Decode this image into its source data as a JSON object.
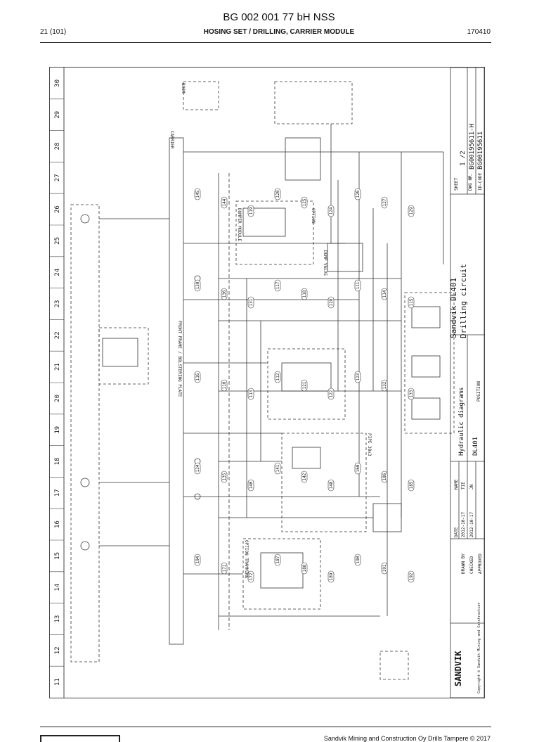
{
  "header": {
    "doc_code": "BG 002 001 77 bH NSS",
    "page": "21 (101)",
    "section": "HOSING SET / DRILLING, CARRIER MODULE",
    "date_code": "170410"
  },
  "drawing": {
    "columns": [
      "30",
      "29",
      "28",
      "27",
      "26",
      "25",
      "24",
      "23",
      "22",
      "21",
      "20",
      "19",
      "18",
      "17",
      "16",
      "15",
      "14",
      "13",
      "12",
      "11"
    ],
    "title_block": {
      "product": "Sandvik DL401",
      "circuit": "Drilling circuit",
      "subtitle": "Hydraulic diagrams",
      "model": "DL401",
      "position_label": "POSITION",
      "sheet_label": "SHEET",
      "sheet_value": "1 /2",
      "dwg_label": "DWG NR.",
      "dwg_value": "BG00195611-H",
      "idcode_label": "ID-CODE",
      "idcode_value": "BG00195611",
      "date_label": "DATE",
      "name_label": "NAME",
      "drawn_label": "DRAWN BY",
      "drawn_date": "2012-10-17",
      "drawn_name": "TIE",
      "checked_label": "CHECKED",
      "checked_date": "2012-10-17",
      "checked_name": "JN",
      "approved_label": "APPROVED",
      "brand": "SANDVIK",
      "copyright": "Copyright © Sandvik Mining and Construction"
    },
    "labels": {
      "carrier": "CARRIER",
      "front_frame": "FRONT FRAME / BOLSTERING PLATE",
      "dumper_module": "DUMPER MODULE",
      "option_tramming": "OPTION TRAMMING",
      "option_drill": "OPTION",
      "pipe": "PIPE 38x3",
      "drill_unit": "BOOM",
      "hose": "DUMP VALVE"
    },
    "hose_numbers": [
      "145",
      "144",
      "119",
      "120",
      "125",
      "124",
      "126",
      "127",
      "129",
      "130",
      "136",
      "131",
      "117",
      "118",
      "128",
      "111",
      "114",
      "115",
      "116",
      "110",
      "113",
      "112",
      "121",
      "122",
      "123",
      "132",
      "133",
      "134",
      "135",
      "140",
      "141",
      "142",
      "148",
      "160",
      "186",
      "185",
      "194",
      "171",
      "172",
      "187",
      "188",
      "189",
      "190",
      "191",
      "192"
    ]
  },
  "footer": {
    "company": "Sandvik Mining and Construction Oy Drills Tampere © 2017"
  }
}
